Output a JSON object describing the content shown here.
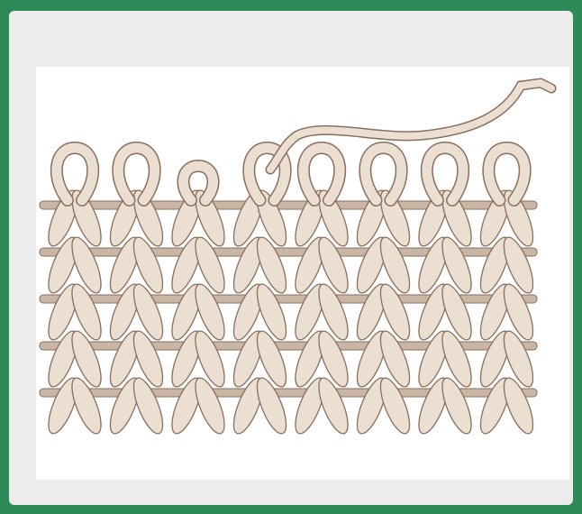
{
  "page": {
    "background_color": "#2e8b57",
    "frame_color": "#ececec",
    "panel_color": "#ffffff"
  },
  "illustration": {
    "subject": "knitted-fabric",
    "yarn_color": "#eadfd1",
    "yarn_outline_color": "#8a6e5e",
    "yarn_shadow_color": "#c9b6a4",
    "row_count": 5,
    "stitch_column_count": 8,
    "loose_yarn_tail": true
  }
}
